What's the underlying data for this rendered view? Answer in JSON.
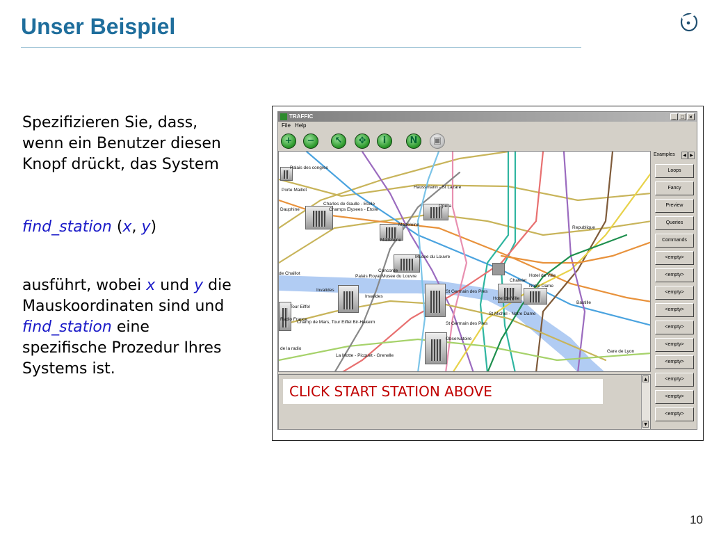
{
  "slide": {
    "title": "Unser Beispiel",
    "page_number": "10",
    "paragraph1": [
      "Spezifizieren Sie, dass,",
      "wenn ein Benutzer diesen",
      "Knopf drückt, das System"
    ],
    "call": {
      "fn": "find_station",
      "open": " (",
      "x": "x",
      "sep": ", ",
      "y": "y",
      "close": ")"
    },
    "paragraph3": {
      "line1_prefix": "ausführt, wobei ",
      "x": "x",
      "und": " und ",
      "y": "y",
      "line1_suffix": " die",
      "line2": "Mauskoordinaten sind und",
      "line3_fn": "find_station",
      "line3_suffix": " eine",
      "line4": "spezifische Prozedur Ihres",
      "line5": "Systems ist."
    }
  },
  "app": {
    "window_title": "TRAFFIC",
    "window_buttons": [
      "_",
      "□",
      "×"
    ],
    "menu": [
      "File",
      "Help"
    ],
    "toolbar_icons": [
      "zoom-in-icon",
      "zoom-out-icon",
      "select-arrow-icon",
      "move-icon",
      "info-icon",
      "north-icon",
      "vehicle-icon"
    ],
    "toolbar_glyphs": [
      "+",
      "−",
      "↖",
      "✥",
      "i",
      "N",
      "▣"
    ],
    "side_tab": "Examples",
    "side_buttons": [
      "Loops",
      "Fancy",
      "Preview",
      "Queries",
      "Commands",
      "<empty>",
      "<empty>",
      "<empty>",
      "<empty>",
      "<empty>",
      "<empty>",
      "<empty>",
      "<empty>",
      "<empty>",
      "<empty>"
    ],
    "console_message": "CLICK START STATION ABOVE",
    "stations": [
      "Palais des congres",
      "Porte Maillot",
      "Dauphine",
      "Charles de Gaulle - Etoile",
      "Champs Elysees - Etoile",
      "Haussmann - St Lazare",
      "Opera",
      "Madeleine",
      "Madeleine",
      "Republique",
      "Musee du Louvre",
      "Concorde",
      "Palais Royal Musee du Louvre",
      "de Chaillot",
      "Hotel de Ville",
      "Chatelet",
      "Notre Dame",
      "Invalides",
      "Invalides",
      "St Germain des Pres",
      "Hotel de Ville",
      "Bastille",
      "Tour Eiffel",
      "Champ de Mars, Tour Eiffel Bir-Hakeim",
      "Radio France",
      "St Michel - Notre Dame",
      "St Germain des Pres",
      "Observatoire",
      "de la radio",
      "La Motte - Picquet - Grenelle",
      "Gare de Lyon"
    ]
  },
  "colors": {
    "title": "#1f6e9c",
    "keyword": "#1a1ac8",
    "console_text": "#c00000",
    "seine": "#a9c7f2"
  }
}
